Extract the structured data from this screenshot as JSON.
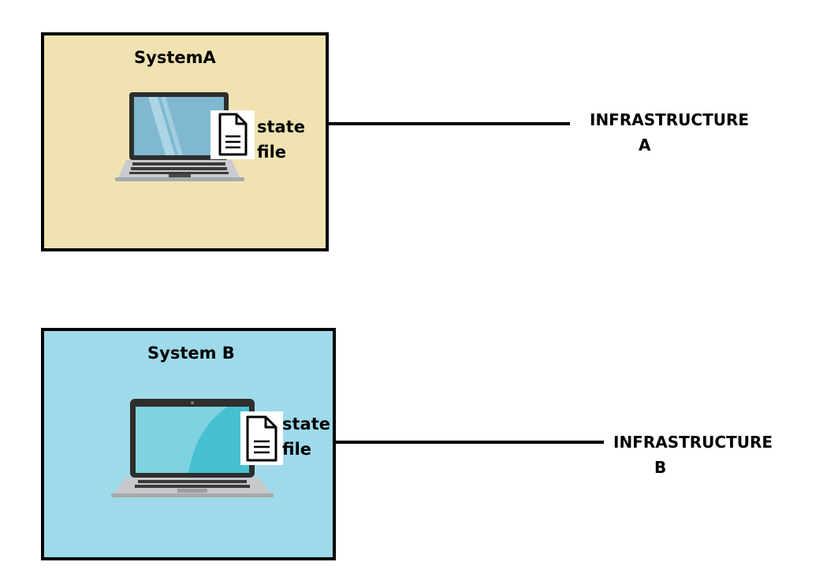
{
  "colors": {
    "system_a_fill": "#F0E3B1",
    "system_b_fill": "#9FDAEA",
    "border": "#000000"
  },
  "system_a": {
    "title": "SystemA",
    "laptop_icon": "laptop-icon",
    "file_icon": "document-icon",
    "file_label_line1": "state",
    "file_label_line2": "file"
  },
  "system_b": {
    "title": "System B",
    "laptop_icon": "laptop-icon",
    "file_icon": "document-icon",
    "file_label_line1": "state",
    "file_label_line2": "file"
  },
  "infra_a": {
    "line1": "INFRASTRUCTURE",
    "line2": "A"
  },
  "infra_b": {
    "line1": "INFRASTRUCTURE",
    "line2": "B"
  }
}
